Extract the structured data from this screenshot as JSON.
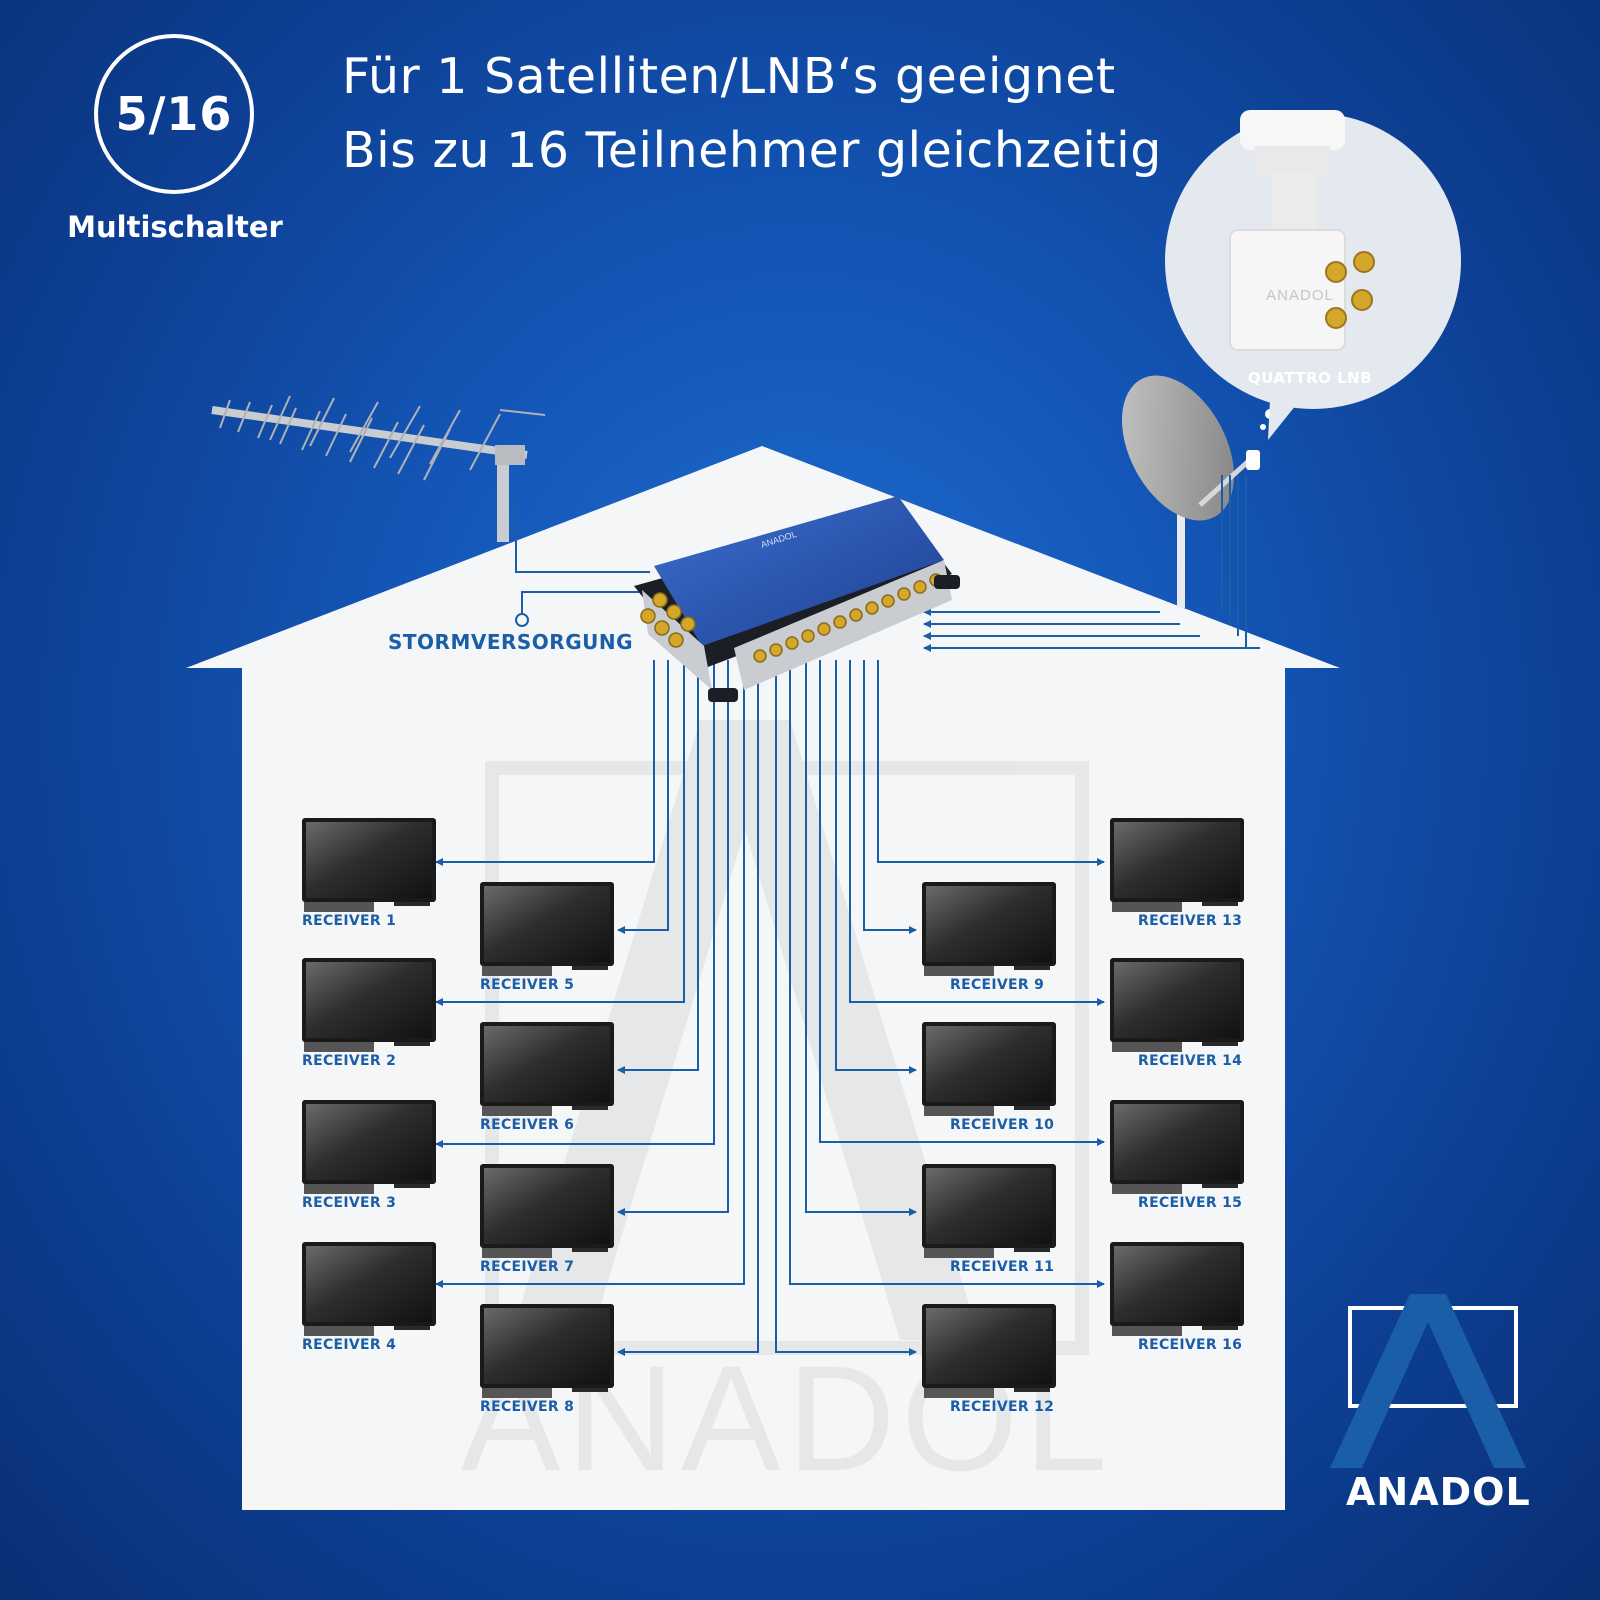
{
  "badge": {
    "text": "5/16",
    "label": "Multischalter"
  },
  "headline": {
    "line1": "Für 1 Satelliten/LNB‘s geeignet",
    "line2": "Bis zu 16 Teilnehmer gleichzeitig"
  },
  "lnb": {
    "label": "QUATTRO LNB",
    "brand": "ANADOL"
  },
  "power_supply": {
    "label": "STORMVERSORGUNG"
  },
  "multiswitch": {
    "brand": "ANADOL"
  },
  "receivers": [
    "RECEIVER 1",
    "RECEIVER 2",
    "RECEIVER 3",
    "RECEIVER 4",
    "RECEIVER 5",
    "RECEIVER 6",
    "RECEIVER 7",
    "RECEIVER 8",
    "RECEIVER 9",
    "RECEIVER 10",
    "RECEIVER 11",
    "RECEIVER 12",
    "RECEIVER 13",
    "RECEIVER 14",
    "RECEIVER 15",
    "RECEIVER 16"
  ],
  "brand_logo": {
    "name": "ANADOL"
  },
  "watermark": {
    "text": "ANADOL"
  },
  "colors": {
    "background": "#1457b8",
    "house": "#f4f6f8",
    "cable": "#1b5ea8",
    "label": "#1b5ea8",
    "switch_body": "#2a56b5",
    "connector": "#d4a62a"
  }
}
